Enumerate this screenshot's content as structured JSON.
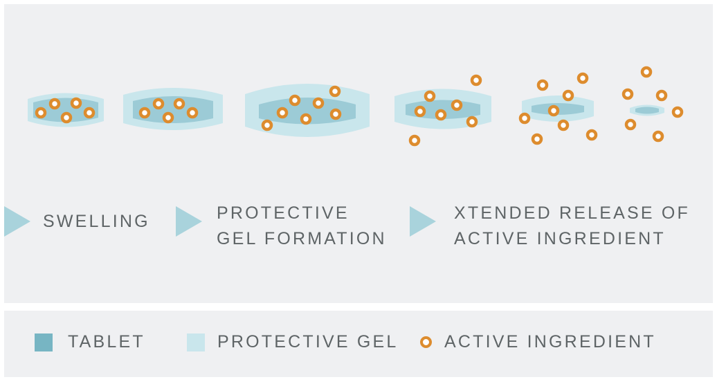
{
  "steps": [
    {
      "line1": "SWELLING",
      "line2": ""
    },
    {
      "line1": "PROTECTIVE",
      "line2": "GEL FORMATION"
    },
    {
      "line1": "XTENDED RELEASE OF",
      "line2": "ACTIVE INGREDIENT"
    }
  ],
  "legend": {
    "tablet": "TABLET",
    "gel": "PROTECTIVE GEL",
    "ingredient": "ACTIVE INGREDIENT"
  },
  "colors": {
    "background": "#eff0f2",
    "tablet": "#77b5c3",
    "gel": "#c9e6ec",
    "ingredient": "#dd8c2e",
    "text": "#5e6466",
    "arrow": "#a9d3dc"
  }
}
